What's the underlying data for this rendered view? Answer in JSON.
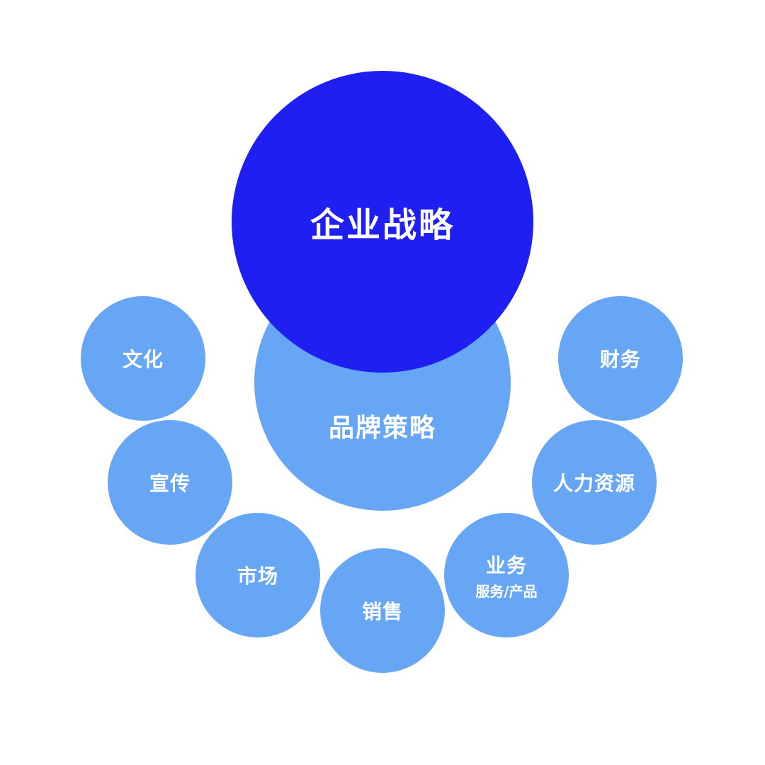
{
  "colors": {
    "core": "#201ff2",
    "satellite": "#66a6f5",
    "text": "#ffffff",
    "background": "#ffffff"
  },
  "core": {
    "label": "企业战略"
  },
  "brand": {
    "label": "品牌策略"
  },
  "satellites": {
    "culture": {
      "label": "文化"
    },
    "promotion": {
      "label": "宣传"
    },
    "market": {
      "label": "市场"
    },
    "sales": {
      "label": "销售"
    },
    "business": {
      "label": "业务",
      "sublabel": "服务/产品"
    },
    "hr": {
      "label": "人力资源"
    },
    "finance": {
      "label": "财务"
    }
  }
}
